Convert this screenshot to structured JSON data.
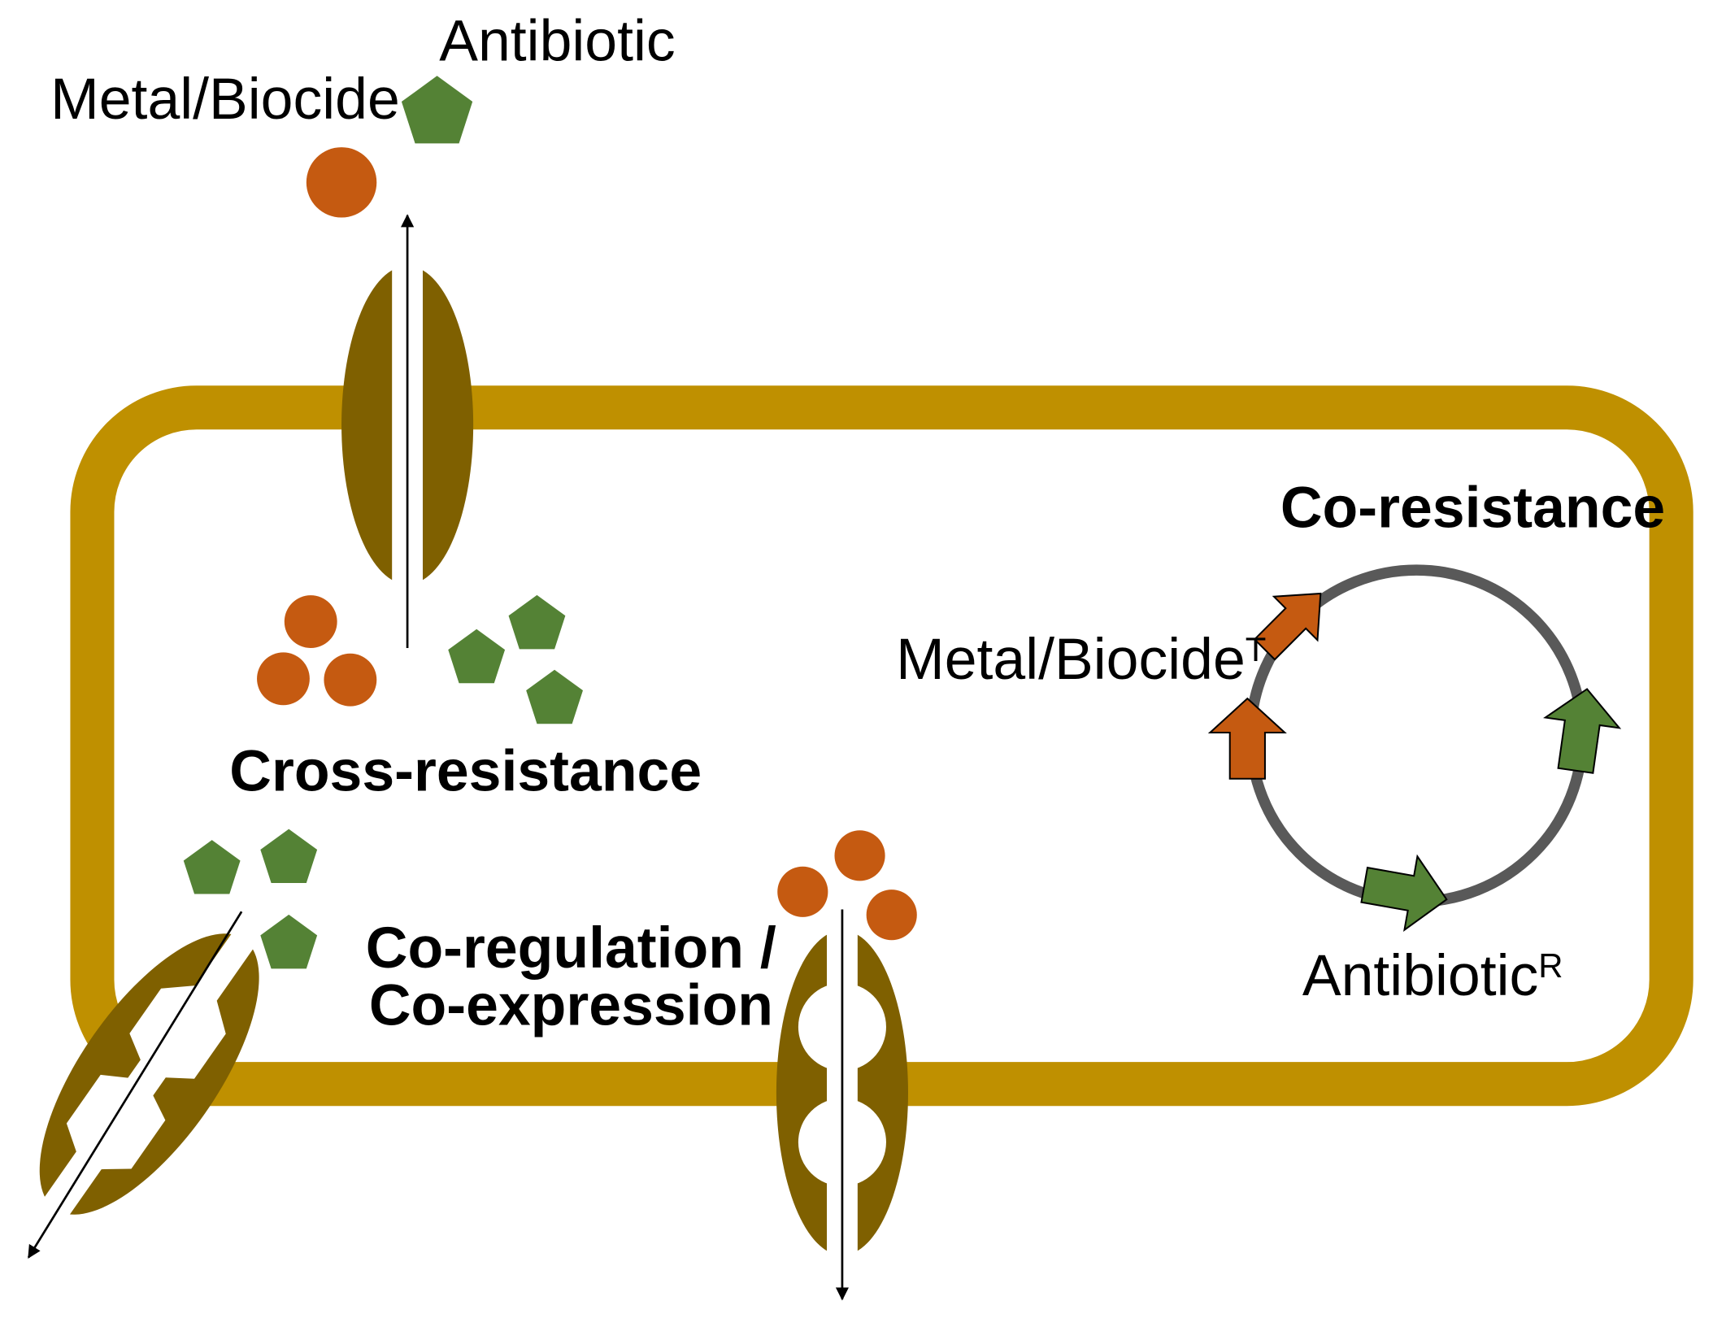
{
  "labels": {
    "metal_biocide": "Metal/Biocide",
    "antibiotic": "Antibiotic",
    "cross_resistance": "Cross-resistance",
    "co_regulation_line1": "Co-regulation /",
    "co_regulation_line2": "Co-expression",
    "co_resistance": "Co-resistance",
    "plasmid_metal_label": "Metal/Biocide",
    "plasmid_metal_sup": "T",
    "plasmid_antibiotic_label": "Antibiotic",
    "plasmid_antibiotic_sup": "R"
  },
  "colors": {
    "cell_wall": "#bf9000",
    "transporter": "#7f6000",
    "metal": "#c55a11",
    "antibiotic": "#548235",
    "plasmid": "#595959"
  },
  "icons": {
    "metal": "orange-circle",
    "antibiotic": "green-pentagon"
  }
}
